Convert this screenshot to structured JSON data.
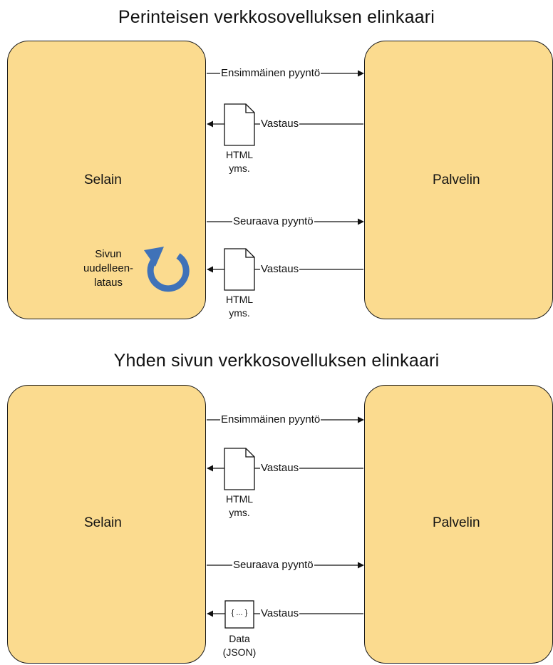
{
  "diagrams": [
    {
      "title": "Perinteisen verkkosovelluksen elinkaari",
      "client": "Selain",
      "server": "Palvelin",
      "edges": [
        "Ensimmäinen pyyntö",
        "Vastaus",
        "Seuraava pyyntö",
        "Vastaus"
      ],
      "payloads": [
        "HTML\nyms.",
        "HTML\nyms."
      ],
      "reload_label": "Sivun\nuudelleen-\nlataus"
    },
    {
      "title": "Yhden sivun verkkosovelluksen elinkaari",
      "client": "Selain",
      "server": "Palvelin",
      "edges": [
        "Ensimmäinen pyyntö",
        "Vastaus",
        "Seuraava pyyntö",
        "Vastaus"
      ],
      "payloads": [
        "HTML\nyms.",
        "Data\n(JSON)"
      ],
      "json_icon_text": "{ ... }"
    }
  ],
  "icons": {
    "document": "document-icon",
    "json_document": "json-document-icon",
    "reload": "refresh-icon"
  },
  "colors": {
    "box_fill": "#fbdb8f",
    "reload_arrow": "#3f72b8"
  }
}
